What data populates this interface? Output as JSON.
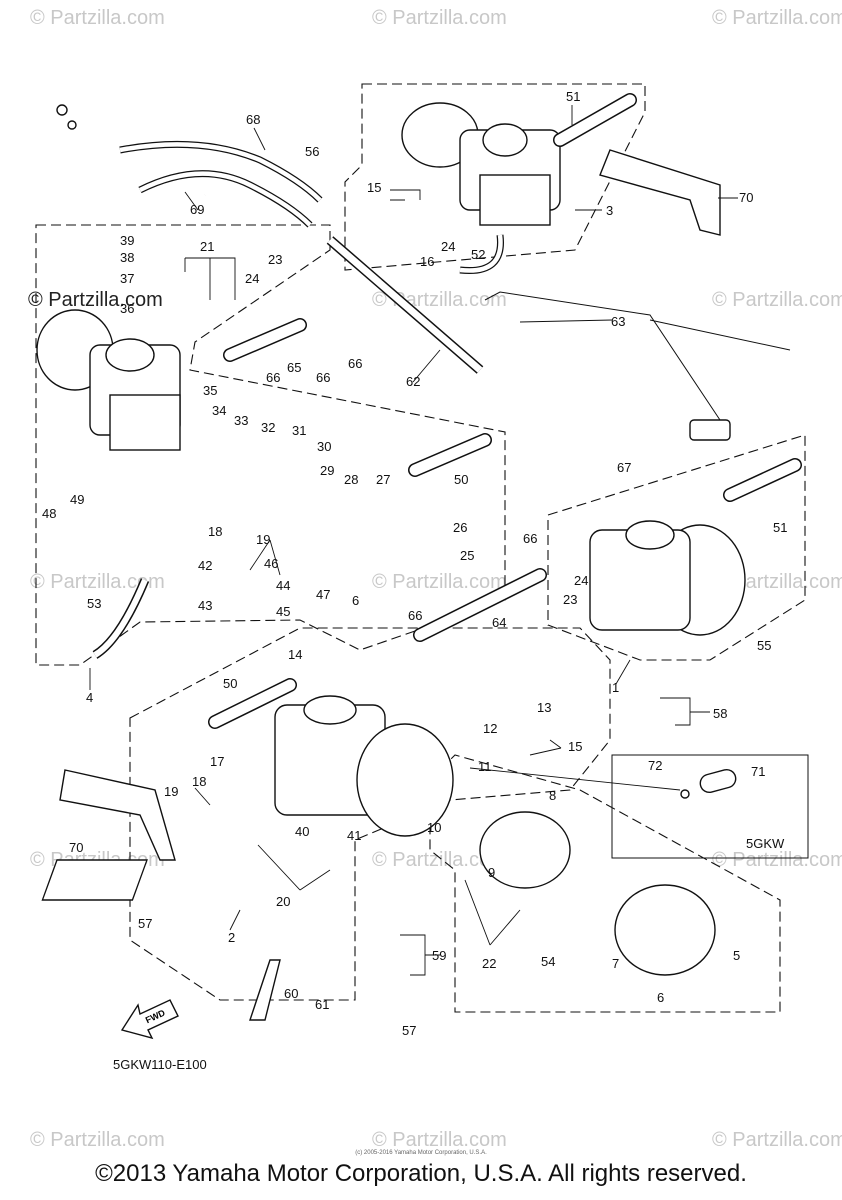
{
  "watermark": {
    "text": "© Partzilla.com",
    "dark_text": "© Partzilla.com"
  },
  "callouts": [
    "1",
    "2",
    "3",
    "4",
    "5",
    "6",
    "6",
    "7",
    "8",
    "9",
    "10",
    "11",
    "12",
    "13",
    "14",
    "15",
    "15",
    "16",
    "17",
    "18",
    "18",
    "19",
    "19",
    "20",
    "21",
    "22",
    "23",
    "23",
    "24",
    "24",
    "24",
    "25",
    "26",
    "27",
    "28",
    "29",
    "30",
    "31",
    "32",
    "33",
    "34",
    "35",
    "36",
    "37",
    "38",
    "39",
    "40",
    "41",
    "42",
    "43",
    "44",
    "45",
    "46",
    "47",
    "48",
    "49",
    "50",
    "50",
    "51",
    "51",
    "52",
    "53",
    "54",
    "55",
    "56",
    "57",
    "57",
    "58",
    "59",
    "60",
    "61",
    "62",
    "63",
    "64",
    "65",
    "66",
    "66",
    "66",
    "66",
    "66",
    "67",
    "68",
    "69",
    "70",
    "70",
    "71",
    "72"
  ],
  "variant_label": "5GKW",
  "diagram_code": "5GKW110-E100",
  "fwd_label": "FWD",
  "tiny_copyright": "(c) 2005-2016 Yamaha Motor Corporation, U.S.A.",
  "copyright": "©2013 Yamaha Motor Corporation, U.S.A. All rights reserved."
}
